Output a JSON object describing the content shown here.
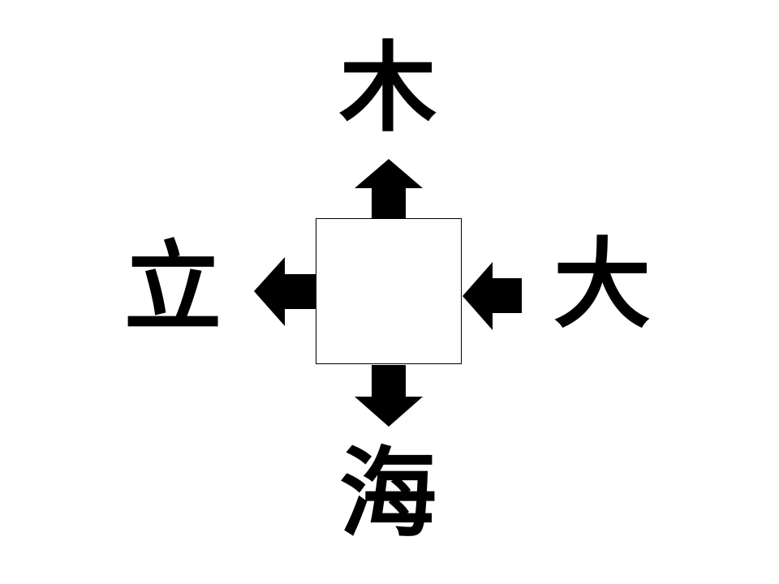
{
  "puzzle": {
    "top_kanji": "木",
    "left_kanji": "立",
    "right_kanji": "大",
    "bottom_kanji": "海",
    "answer": "",
    "colors": {
      "ink": "#000000",
      "background": "#ffffff"
    }
  }
}
